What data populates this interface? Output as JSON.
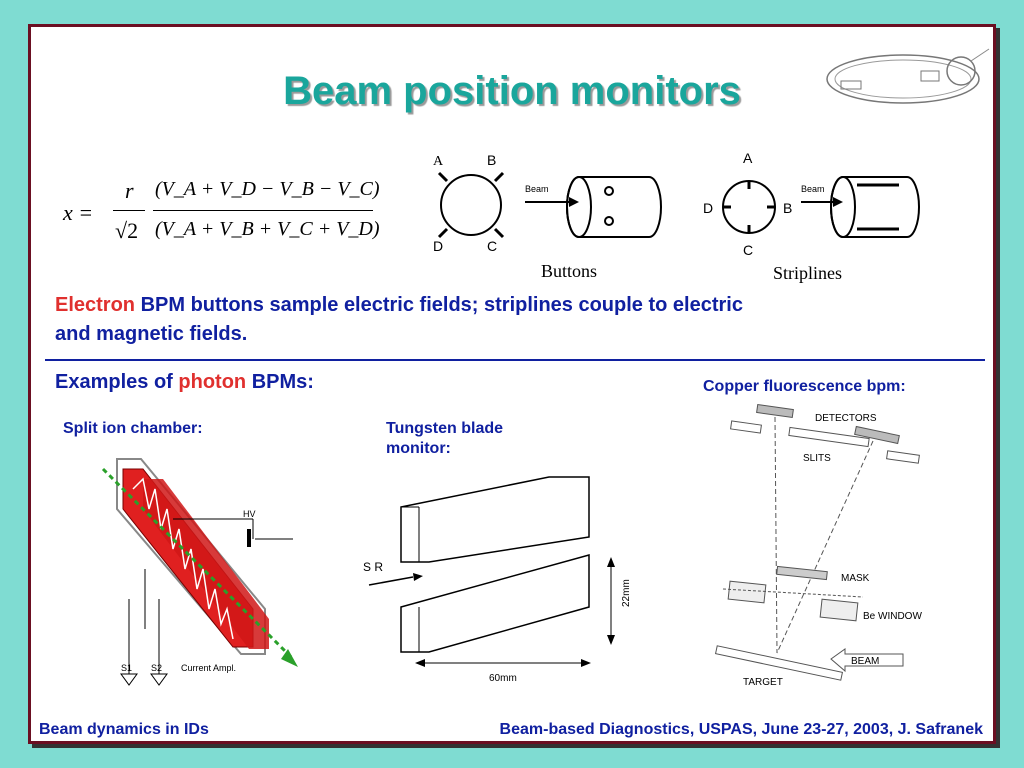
{
  "slide": {
    "title": "Beam position monitors",
    "formula": {
      "lhs": "x =",
      "numerator": "(V_A + V_D − V_B − V_C)",
      "denominator": "(V_A + V_B + V_C + V_D)",
      "coefficient_num": "r",
      "coefficient_den": "√2"
    },
    "bpm_figure": {
      "buttons_caption": "Buttons",
      "striplines_caption": "Striplines",
      "labels": [
        "A",
        "B",
        "C",
        "D"
      ],
      "beam_label": "Beam"
    },
    "electron_line": {
      "highlight": "Electron",
      "rest1": " BPM buttons sample electric fields; striplines couple to electric",
      "rest2": "and magnetic fields."
    },
    "photon_heading": {
      "prefix": "Examples of ",
      "highlight": "photon",
      "suffix": " BPMs:"
    },
    "split_ion": {
      "caption": "Split ion chamber:",
      "hv": "HV",
      "s1": "S1",
      "s2": "S2",
      "current_ampl": "Current Ampl."
    },
    "tungsten": {
      "caption_line1": "Tungsten blade",
      "caption_line2": "monitor:",
      "sr": "S R",
      "dim_vertical": "22mm",
      "dim_horizontal": "60mm"
    },
    "copper": {
      "caption": "Copper fluorescence bpm:",
      "detectors": "DETECTORS",
      "slits": "SLITS",
      "mask": "MASK",
      "be_window": "Be WINDOW",
      "beam": "BEAM",
      "target": "TARGET"
    },
    "footer": {
      "left": "Beam dynamics in IDs",
      "right": "Beam-based Diagnostics, USPAS, June 23-27, 2003, J. Safranek"
    }
  },
  "colors": {
    "background": "#7fdcd2",
    "title": "#1aa69c",
    "text_blue": "#1020a0",
    "highlight_red": "#e0302e",
    "frame": "#6b0f22"
  }
}
